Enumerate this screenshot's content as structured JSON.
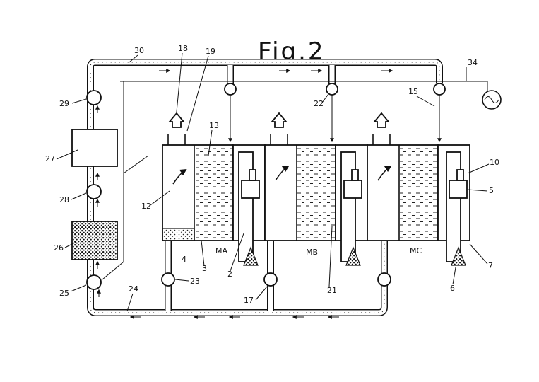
{
  "figure": {
    "title": "Fig.2"
  },
  "modules": [
    {
      "id": "MA",
      "label": "MA"
    },
    {
      "id": "MB",
      "label": "MB"
    },
    {
      "id": "MC",
      "label": "MC"
    }
  ],
  "refs": {
    "r2": "2",
    "r3": "3",
    "r4": "4",
    "r5": "5",
    "r6": "6",
    "r7": "7",
    "r10": "10",
    "r12": "12",
    "r13": "13",
    "r15": "15",
    "r17": "17",
    "r18": "18",
    "r19": "19",
    "r21": "21",
    "r22": "22",
    "r23": "23",
    "r24": "24",
    "r25": "25",
    "r26": "26",
    "r27": "27",
    "r28": "28",
    "r29": "29",
    "r30": "30",
    "r34": "34"
  }
}
